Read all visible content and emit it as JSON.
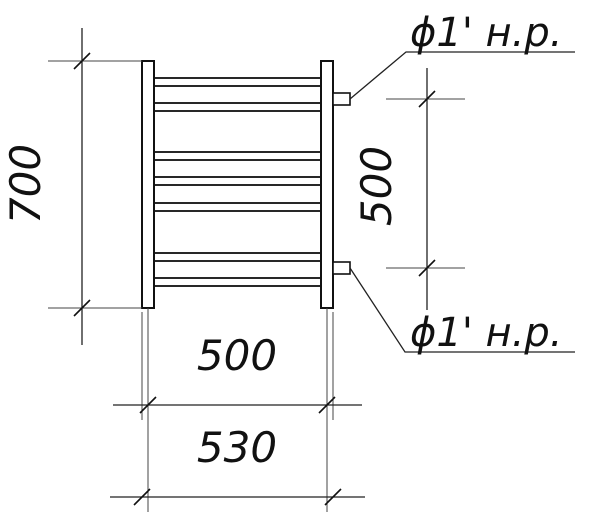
{
  "drawing": {
    "overall_height": "700",
    "connection_spacing": "500",
    "center_width": "500",
    "overall_width": "530",
    "top_connection": "ϕ1' н.р.",
    "bottom_connection": "ϕ1' н.р."
  }
}
